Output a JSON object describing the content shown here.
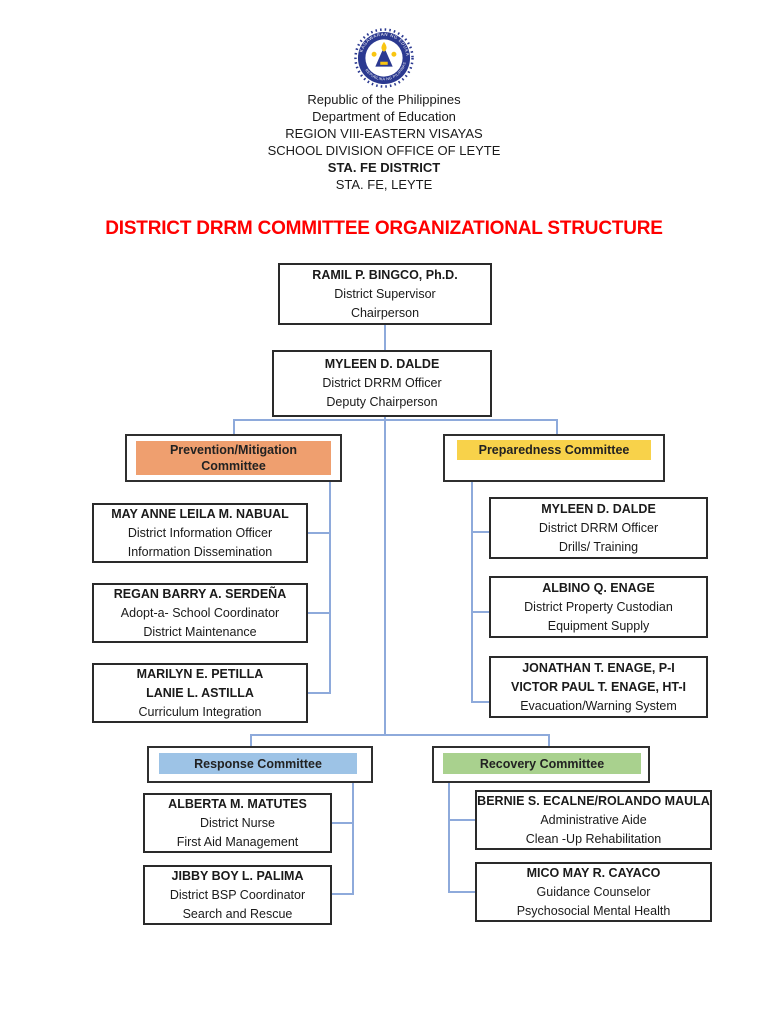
{
  "header": {
    "seal": {
      "top_text": "KAGAWARAN NG EDUKASYON",
      "bottom_text": "REPUBLIKA NG PILIPINAS"
    },
    "lines": [
      "Republic of the Philippines",
      "Department of Education",
      "REGION VIII-EASTERN VISAYAS",
      "SCHOOL DIVISION OFFICE OF LEYTE",
      "STA. FE DISTRICT",
      "STA. FE, LEYTE"
    ]
  },
  "title": "DISTRICT DRRM COMMITTEE ORGANIZATIONAL STRUCTURE",
  "colors": {
    "title_red": "#FF0000",
    "prevention_fill": "#EF9F6F",
    "preparedness_fill": "#F8D24A",
    "response_fill": "#9DC3E6",
    "recovery_fill": "#A9D18E",
    "connector_blue": "#8EAADB"
  },
  "org": {
    "chairperson": {
      "name": "RAMIL P. BINGCO, Ph.D.",
      "line2": "District Supervisor",
      "line3": "Chairperson"
    },
    "deputy": {
      "name": "MYLEEN D. DALDE",
      "line2": "District DRRM Officer",
      "line3": "Deputy Chairperson"
    },
    "committees": {
      "prevention": {
        "label": "Prevention/Mitigation Committee"
      },
      "preparedness": {
        "label": "Preparedness Committee"
      },
      "response": {
        "label": "Response Committee"
      },
      "recovery": {
        "label": "Recovery Committee"
      }
    },
    "prevention_members": [
      {
        "name": "MAY ANNE LEILA M. NABUAL",
        "line2": "District Information Officer",
        "line3": "Information Dissemination"
      },
      {
        "name": "REGAN BARRY A. SERDEÑA",
        "line2": "Adopt-a- School Coordinator",
        "line3": "District Maintenance"
      },
      {
        "name": "MARILYN E. PETILLA",
        "name2": "LANIE L. ASTILLA",
        "line3": "Curriculum Integration"
      }
    ],
    "preparedness_members": [
      {
        "name": "MYLEEN D. DALDE",
        "line2": "District DRRM Officer",
        "line3": "Drills/ Training"
      },
      {
        "name": "ALBINO Q. ENAGE",
        "line2": "District Property Custodian",
        "line3": "Equipment Supply"
      },
      {
        "name": "JONATHAN T. ENAGE, P-I",
        "name2": "VICTOR PAUL T. ENAGE, HT-I",
        "line3": "Evacuation/Warning System"
      }
    ],
    "response_members": [
      {
        "name": "ALBERTA M. MATUTES",
        "line2": "District Nurse",
        "line3": "First Aid Management"
      },
      {
        "name": "JIBBY BOY L. PALIMA",
        "line2": "District BSP Coordinator",
        "line3": "Search and Rescue"
      }
    ],
    "recovery_members": [
      {
        "name": "BERNIE S. ECALNE/ROLANDO MAULA",
        "line2": "Administrative Aide",
        "line3": "Clean -Up Rehabilitation"
      },
      {
        "name": "MICO MAY R. CAYACO",
        "line2": "Guidance Counselor",
        "line3": "Psychosocial Mental Health"
      }
    ]
  }
}
